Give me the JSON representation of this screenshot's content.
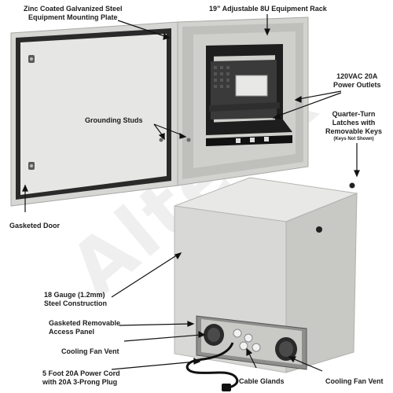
{
  "colors": {
    "enclosure_body": "#dcdcda",
    "enclosure_shadow": "#c2c2bf",
    "door_panel": "#e4e4e2",
    "gasket": "#2a2a2a",
    "rack_black": "#1e1e1e",
    "label_text": "#1c1c1c"
  },
  "watermark": {
    "text": "Altelix"
  },
  "labels": {
    "mounting_plate": {
      "line1": "Zinc Coated Galvanized Steel",
      "line2": "Equipment Mounting Plate"
    },
    "equipment_rack": {
      "line1": "19” Adjustable 8U Equipment Rack"
    },
    "power_outlets": {
      "line1": "120VAC 20A",
      "line2": "Power Outlets"
    },
    "grounding_studs": {
      "line1": "Grounding Studs"
    },
    "latches": {
      "line1": "Quarter-Turn",
      "line2": "Latches with",
      "line3": "Removable Keys",
      "note": "(Keys Not Shown)"
    },
    "gasketed_door": {
      "line1": "Gasketed Door"
    },
    "steel_construction": {
      "line1": "18 Gauge (1.2mm)",
      "line2": "Steel Construction"
    },
    "access_panel": {
      "line1": "Gasketed Removable",
      "line2": "Access Panel"
    },
    "fan_vent_left": {
      "line1": "Cooling Fan Vent"
    },
    "power_cord": {
      "line1": "5 Foot 20A Power Cord",
      "line2": "with 20A 3-Prong Plug"
    },
    "cable_glands": {
      "line1": "Cable Glands"
    },
    "fan_vent_right": {
      "line1": "Cooling Fan Vent"
    }
  }
}
